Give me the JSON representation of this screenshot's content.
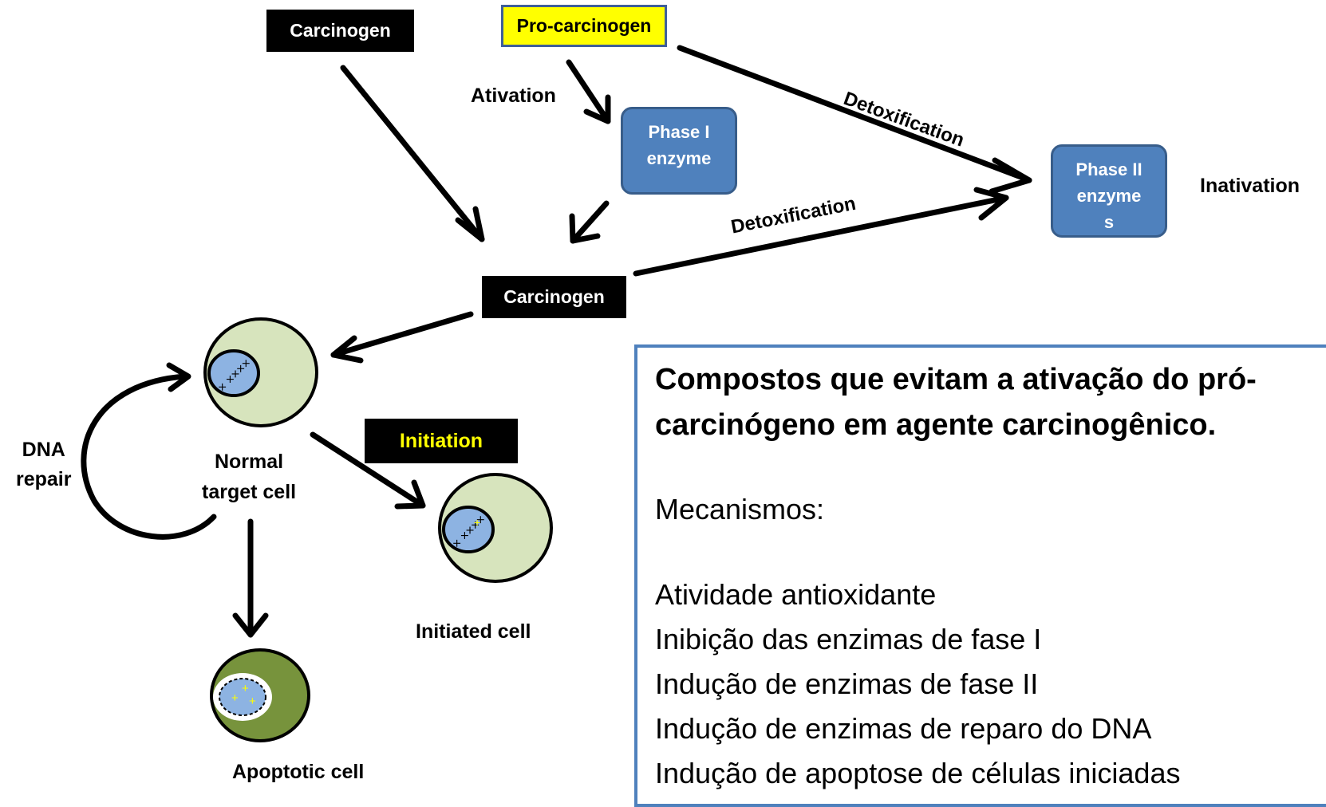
{
  "boxes": {
    "carcinogen_top": "Carcinogen",
    "pro_carcinogen": "Pro-carcinogen",
    "carcinogen_mid": "Carcinogen",
    "initiation": "Initiation"
  },
  "enzymes": {
    "phase1_line1": "Phase I",
    "phase1_line2": "enzyme",
    "phase2_line1": "Phase II",
    "phase2_line2": "enzyme",
    "phase2_line3": "s"
  },
  "labels": {
    "ativation": "Ativation",
    "detox_upper": "Detoxification",
    "detox_lower": "Detoxification",
    "inativation": "Inativation",
    "dna_repair_line1": "DNA",
    "dna_repair_line2": "repair",
    "normal_line1": "Normal",
    "normal_line2": "target cell",
    "initiated": "Initiated cell",
    "apoptotic": "Apoptotic cell"
  },
  "panel": {
    "title": "Compostos que evitam a ativação do pró-carcinógeno em agente carcinogênico.",
    "subtitle": "Mecanismos:",
    "mechanisms": [
      "Atividade antioxidante",
      "Inibição das enzimas de fase I",
      "Indução de enzimas de fase II",
      "Indução de enzimas de reparo do DNA",
      "Indução de apoptose de células iniciadas"
    ]
  },
  "colors": {
    "enzyme_fill": "#4f81bd",
    "enzyme_border": "#385d8a",
    "cell_fill": "#d7e4bd",
    "apoptotic_fill": "#77933c",
    "nucleus_fill": "#8db3e2",
    "highlight": "#ffff00"
  }
}
